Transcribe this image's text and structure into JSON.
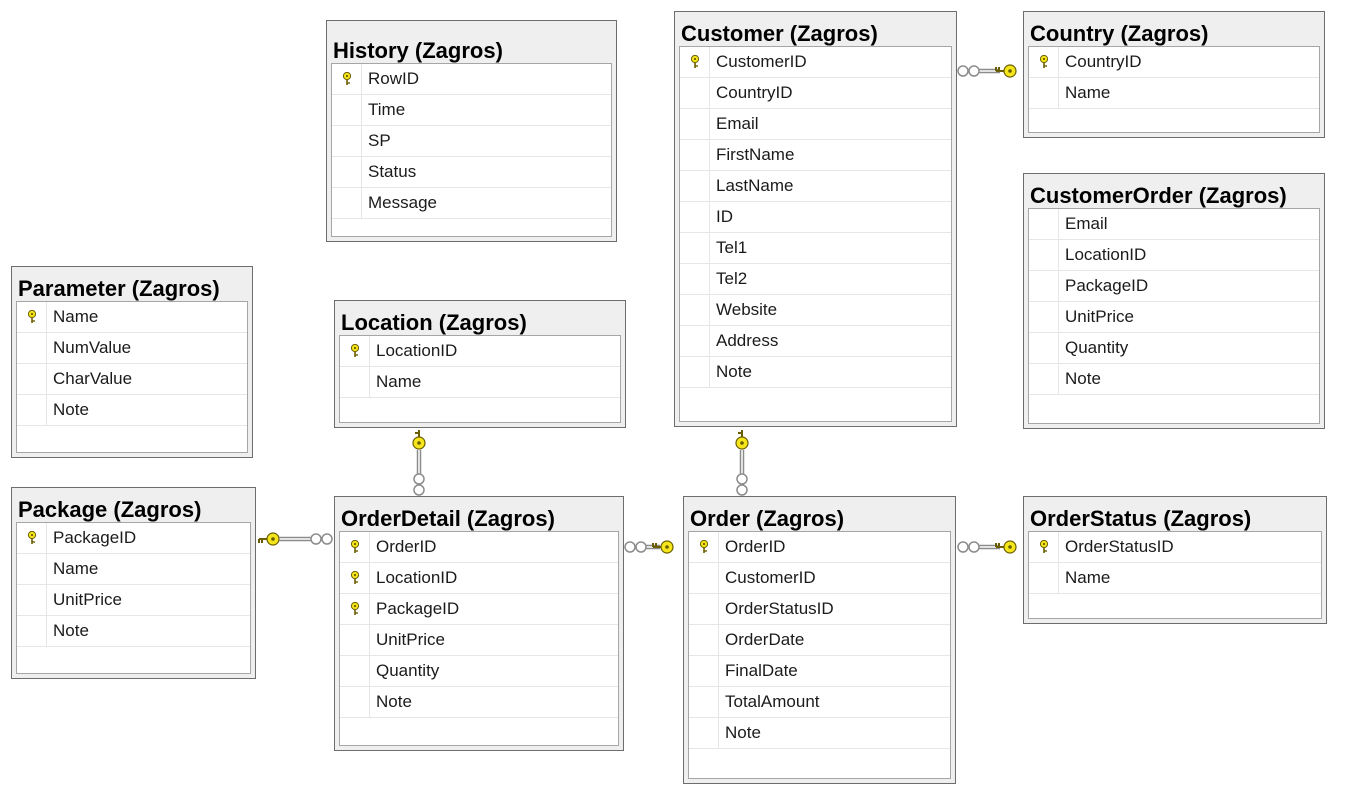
{
  "tables": [
    {
      "key": "history",
      "title": "History (Zagros)",
      "columns": [
        {
          "name": "RowID",
          "pk": true
        },
        {
          "name": "Time",
          "pk": false
        },
        {
          "name": "SP",
          "pk": false
        },
        {
          "name": "Status",
          "pk": false
        },
        {
          "name": "Message",
          "pk": false
        }
      ]
    },
    {
      "key": "customer",
      "title": "Customer (Zagros)",
      "columns": [
        {
          "name": "CustomerID",
          "pk": true
        },
        {
          "name": "CountryID",
          "pk": false
        },
        {
          "name": "Email",
          "pk": false
        },
        {
          "name": "FirstName",
          "pk": false
        },
        {
          "name": "LastName",
          "pk": false
        },
        {
          "name": "ID",
          "pk": false
        },
        {
          "name": "Tel1",
          "pk": false
        },
        {
          "name": "Tel2",
          "pk": false
        },
        {
          "name": "Website",
          "pk": false
        },
        {
          "name": "Address",
          "pk": false
        },
        {
          "name": "Note",
          "pk": false
        }
      ]
    },
    {
      "key": "country",
      "title": "Country (Zagros)",
      "columns": [
        {
          "name": "CountryID",
          "pk": true
        },
        {
          "name": "Name",
          "pk": false
        }
      ]
    },
    {
      "key": "customerorder",
      "title": "CustomerOrder (Zagros)",
      "columns": [
        {
          "name": "Email",
          "pk": false
        },
        {
          "name": "LocationID",
          "pk": false
        },
        {
          "name": "PackageID",
          "pk": false
        },
        {
          "name": "UnitPrice",
          "pk": false
        },
        {
          "name": "Quantity",
          "pk": false
        },
        {
          "name": "Note",
          "pk": false
        }
      ]
    },
    {
      "key": "parameter",
      "title": "Parameter (Zagros)",
      "columns": [
        {
          "name": "Name",
          "pk": true
        },
        {
          "name": "NumValue",
          "pk": false
        },
        {
          "name": "CharValue",
          "pk": false
        },
        {
          "name": "Note",
          "pk": false
        }
      ]
    },
    {
      "key": "location",
      "title": "Location (Zagros)",
      "columns": [
        {
          "name": "LocationID",
          "pk": true
        },
        {
          "name": "Name",
          "pk": false
        }
      ]
    },
    {
      "key": "package",
      "title": "Package (Zagros)",
      "columns": [
        {
          "name": "PackageID",
          "pk": true
        },
        {
          "name": "Name",
          "pk": false
        },
        {
          "name": "UnitPrice",
          "pk": false
        },
        {
          "name": "Note",
          "pk": false
        }
      ]
    },
    {
      "key": "orderdetail",
      "title": "OrderDetail (Zagros)",
      "columns": [
        {
          "name": "OrderID",
          "pk": true
        },
        {
          "name": "LocationID",
          "pk": true
        },
        {
          "name": "PackageID",
          "pk": true
        },
        {
          "name": "UnitPrice",
          "pk": false
        },
        {
          "name": "Quantity",
          "pk": false
        },
        {
          "name": "Note",
          "pk": false
        }
      ]
    },
    {
      "key": "order",
      "title": "Order (Zagros)",
      "columns": [
        {
          "name": "OrderID",
          "pk": true
        },
        {
          "name": "CustomerID",
          "pk": false
        },
        {
          "name": "OrderStatusID",
          "pk": false
        },
        {
          "name": "OrderDate",
          "pk": false
        },
        {
          "name": "FinalDate",
          "pk": false
        },
        {
          "name": "TotalAmount",
          "pk": false
        },
        {
          "name": "Note",
          "pk": false
        }
      ]
    },
    {
      "key": "orderstatus",
      "title": "OrderStatus (Zagros)",
      "columns": [
        {
          "name": "OrderStatusID",
          "pk": true
        },
        {
          "name": "Name",
          "pk": false
        }
      ]
    }
  ],
  "colors": {
    "key_fill": "#f5e61b",
    "key_stroke": "#6b5e00",
    "line": "#8c8c8c"
  }
}
